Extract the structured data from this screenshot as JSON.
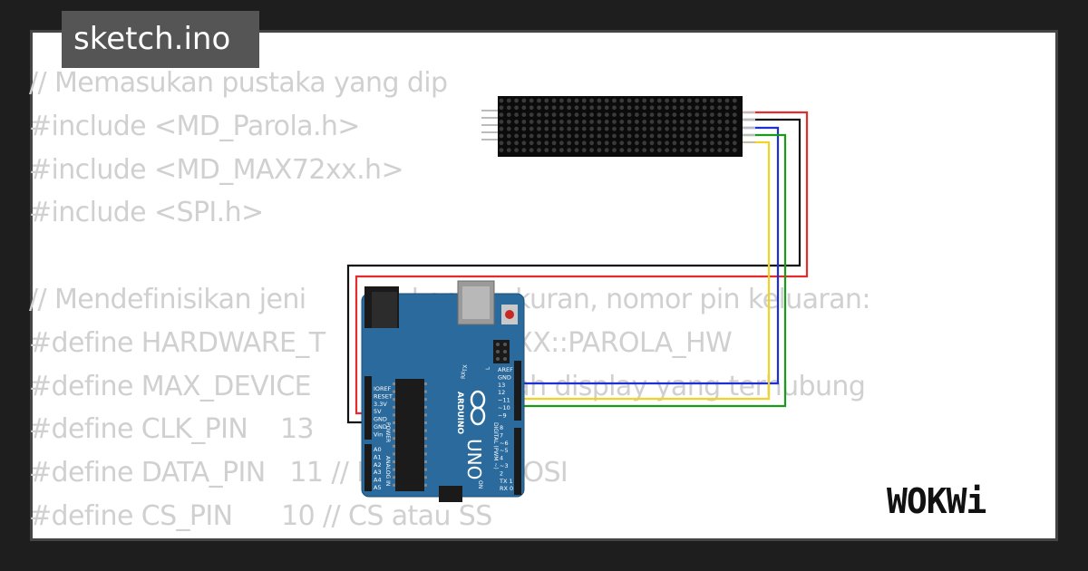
{
  "header": {
    "filename": "sketch.ino"
  },
  "code_lines": [
    "// Memasukan pustaka yang dip",
    "#include <MD_Parola.h>",
    "#include <MD_MAX72xx.h>",
    "#include <SPI.h>",
    "",
    "// Mendefinisikan jeni             keras, ukuran, nomor pin keluaran:",
    "#define HARDWARE_T                 X72XX::PAROLA_HW",
    "#define MAX_DEVICE                  jumlah display yang terhubung",
    "#define CLK_PIN    13               SCK",
    "#define DATA_PIN   11 // DATA atau MOSI",
    "#define CS_PIN      10 // CS atau SS"
  ],
  "board": {
    "brand": "ARDUINO",
    "model": "UNO",
    "power_pins": [
      "IOREF",
      "RESET",
      "3.3V",
      "5V",
      "GND",
      "GND",
      "Vin"
    ],
    "power_label": "POWER",
    "analog_pins": [
      "A0",
      "A1",
      "A2",
      "A3",
      "A4",
      "A5"
    ],
    "analog_label": "ANALOG IN",
    "digital_top": [
      "AREF",
      "GND",
      "13",
      "12",
      "~11",
      "~10",
      "~9"
    ],
    "digital_bottom": [
      "8",
      "7",
      "~6",
      "~5",
      "4",
      "~3",
      "2",
      "TX 1",
      "RX 0"
    ],
    "digital_label": "DIGITAL (PWM ~)",
    "led_labels": [
      "TX",
      "RX",
      "L"
    ],
    "on_label": "ON"
  },
  "brand": {
    "logo_text": "WOKWi"
  },
  "colors": {
    "background": "#1e1e1e",
    "card": "#ffffff",
    "code_text": "#d0d0d0",
    "tab": "#555555",
    "board": "#2a6a9c",
    "wire_red": "#e52b2b",
    "wire_black": "#111111",
    "wire_yellow": "#f3d321",
    "wire_blue": "#1f2fd6",
    "wire_green": "#1a9a1a"
  }
}
